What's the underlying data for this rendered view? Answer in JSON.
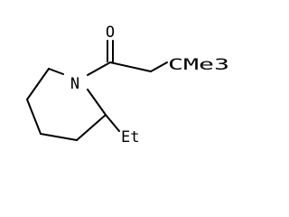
{
  "molecule": {
    "atoms": {
      "oxygen": "O",
      "nitrogen": "N",
      "tert_butyl_group": "CMe3",
      "ethyl_group": "Et"
    },
    "colors": {
      "background": "#ffffff",
      "ink": "#000000"
    }
  }
}
